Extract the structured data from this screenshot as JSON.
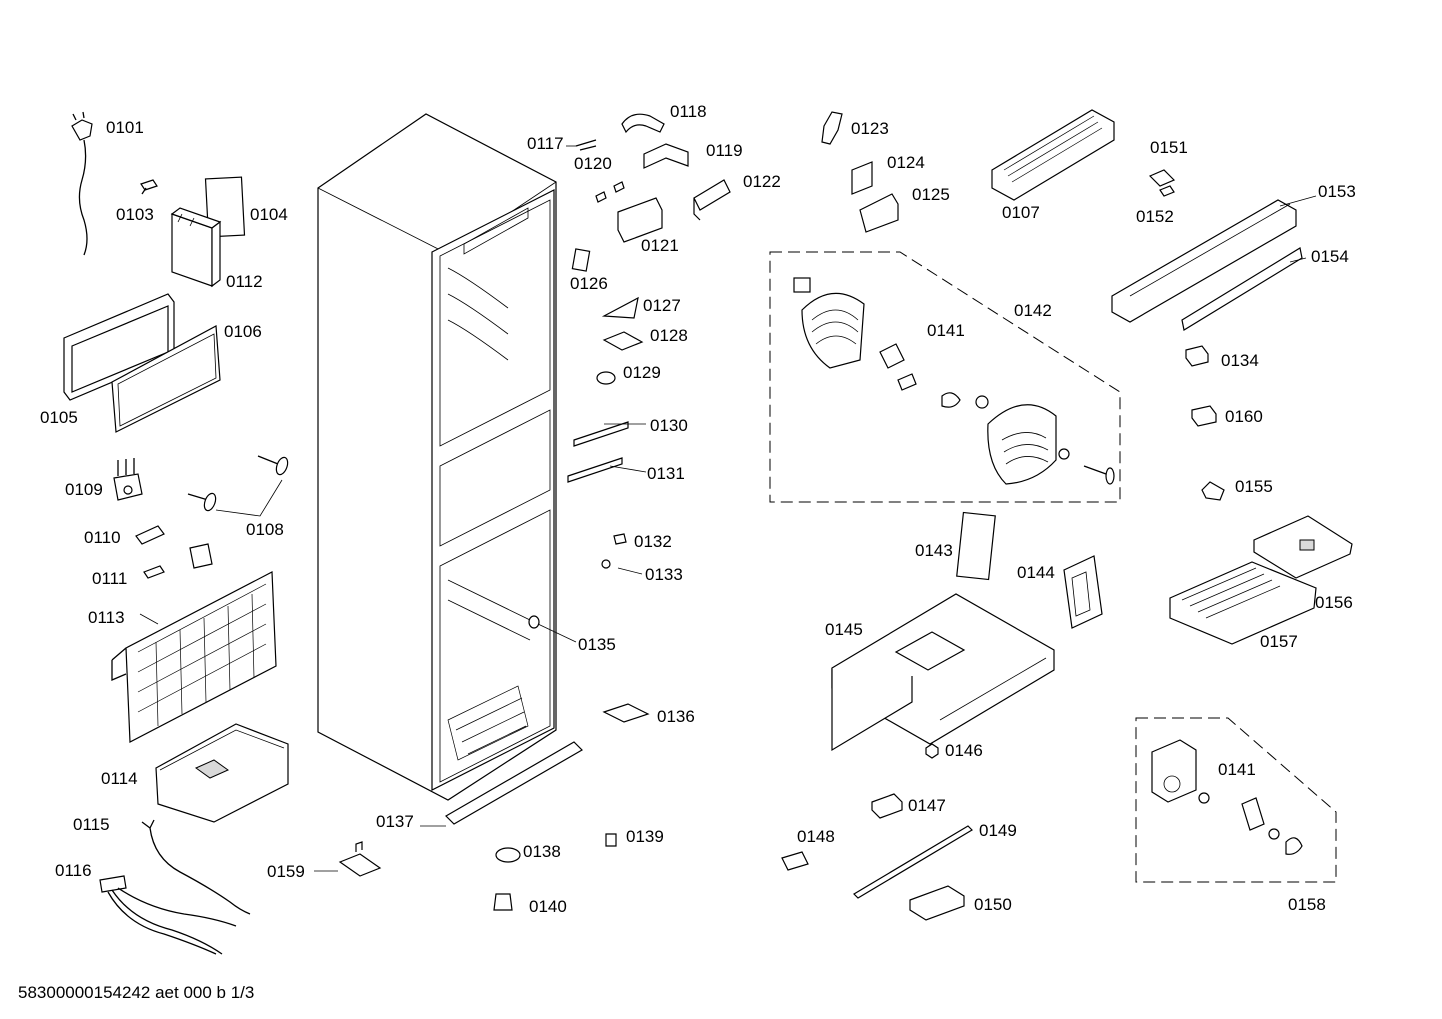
{
  "diagram": {
    "footer_code": "58300000154242 aet 000 b 1/3",
    "labels": {
      "p0101": "0101",
      "p0103": "0103",
      "p0104": "0104",
      "p0112": "0112",
      "p0106": "0106",
      "p0105": "0105",
      "p0109": "0109",
      "p0108": "0108",
      "p0110": "0110",
      "p0111": "0111",
      "p0113": "0113",
      "p0114": "0114",
      "p0115": "0115",
      "p0116": "0116",
      "p0159": "0159",
      "p0137": "0137",
      "p0117": "0117",
      "p0118": "0118",
      "p0119": "0119",
      "p0120": "0120",
      "p0122": "0122",
      "p0121": "0121",
      "p0126": "0126",
      "p0127": "0127",
      "p0128": "0128",
      "p0129": "0129",
      "p0130": "0130",
      "p0131": "0131",
      "p0132": "0132",
      "p0133": "0133",
      "p0135": "0135",
      "p0136": "0136",
      "p0138": "0138",
      "p0139": "0139",
      "p0140": "0140",
      "p0123": "0123",
      "p0124": "0124",
      "p0125": "0125",
      "p0107": "0107",
      "p0151": "0151",
      "p0152": "0152",
      "p0153": "0153",
      "p0154": "0154",
      "p0142": "0142",
      "p0141a": "0141",
      "p0134": "0134",
      "p0160": "0160",
      "p0155": "0155",
      "p0143": "0143",
      "p0144": "0144",
      "p0145": "0145",
      "p0146": "0146",
      "p0156": "0156",
      "p0157": "0157",
      "p0147": "0147",
      "p0148": "0148",
      "p0149": "0149",
      "p0150": "0150",
      "p0141b": "0141",
      "p0158": "0158"
    }
  }
}
